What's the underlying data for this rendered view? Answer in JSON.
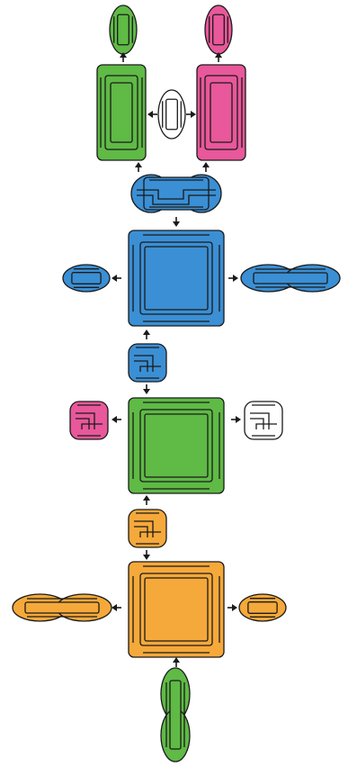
{
  "colors": {
    "green": "#5fba46",
    "pink": "#e8589a",
    "blue": "#3b8fd4",
    "orange": "#f5a93a",
    "white": "#ffffff",
    "outline": "#1a1a1a"
  },
  "pieces": [
    {
      "name": "green-small-oval",
      "shape": "oval-ring",
      "color": "green"
    },
    {
      "name": "pink-small-oval",
      "shape": "oval-ring",
      "color": "pink"
    },
    {
      "name": "green-tall-rectangle",
      "shape": "tall-rectangle",
      "color": "green"
    },
    {
      "name": "white-small-oval",
      "shape": "oval-ring",
      "color": "white"
    },
    {
      "name": "pink-tall-rectangle",
      "shape": "tall-rectangle",
      "color": "pink"
    },
    {
      "name": "blue-wide-connector",
      "shape": "wide-connector",
      "color": "blue"
    },
    {
      "name": "blue-large-square",
      "shape": "large-square",
      "color": "blue"
    },
    {
      "name": "blue-small-oval",
      "shape": "oval-ring",
      "color": "blue"
    },
    {
      "name": "blue-double-oval",
      "shape": "double-oval",
      "color": "blue"
    },
    {
      "name": "blue-small-connector",
      "shape": "small-connector",
      "color": "blue"
    },
    {
      "name": "green-large-square",
      "shape": "large-square",
      "color": "green"
    },
    {
      "name": "pink-small-connector",
      "shape": "small-connector",
      "color": "pink"
    },
    {
      "name": "white-small-connector",
      "shape": "small-connector",
      "color": "white"
    },
    {
      "name": "orange-small-connector",
      "shape": "small-connector",
      "color": "orange"
    },
    {
      "name": "orange-large-square",
      "shape": "large-square",
      "color": "orange"
    },
    {
      "name": "orange-double-oval",
      "shape": "double-oval",
      "color": "orange"
    },
    {
      "name": "orange-small-oval",
      "shape": "oval-ring",
      "color": "orange"
    },
    {
      "name": "green-double-oval-vertical",
      "shape": "double-oval",
      "color": "green"
    }
  ],
  "arrows": [
    {
      "name": "arrow-to-green-oval",
      "direction": "up"
    },
    {
      "name": "arrow-to-pink-oval",
      "direction": "up"
    },
    {
      "name": "arrow-to-green-rect",
      "direction": "left"
    },
    {
      "name": "arrow-to-pink-rect",
      "direction": "right"
    },
    {
      "name": "arrow-up-green-rect",
      "direction": "up"
    },
    {
      "name": "arrow-up-pink-rect",
      "direction": "up"
    },
    {
      "name": "arrow-down-blue-square",
      "direction": "down"
    },
    {
      "name": "arrow-left-blue-oval",
      "direction": "left"
    },
    {
      "name": "arrow-right-blue-double",
      "direction": "right"
    },
    {
      "name": "arrow-up-blue-square",
      "direction": "up"
    },
    {
      "name": "arrow-down-green-square",
      "direction": "down"
    },
    {
      "name": "arrow-left-pink-conn",
      "direction": "left"
    },
    {
      "name": "arrow-right-white-conn",
      "direction": "right"
    },
    {
      "name": "arrow-up-green-square",
      "direction": "up"
    },
    {
      "name": "arrow-down-orange-square",
      "direction": "down"
    },
    {
      "name": "arrow-left-orange-double",
      "direction": "left"
    },
    {
      "name": "arrow-right-orange-oval",
      "direction": "right"
    },
    {
      "name": "arrow-up-orange-square",
      "direction": "up"
    }
  ]
}
